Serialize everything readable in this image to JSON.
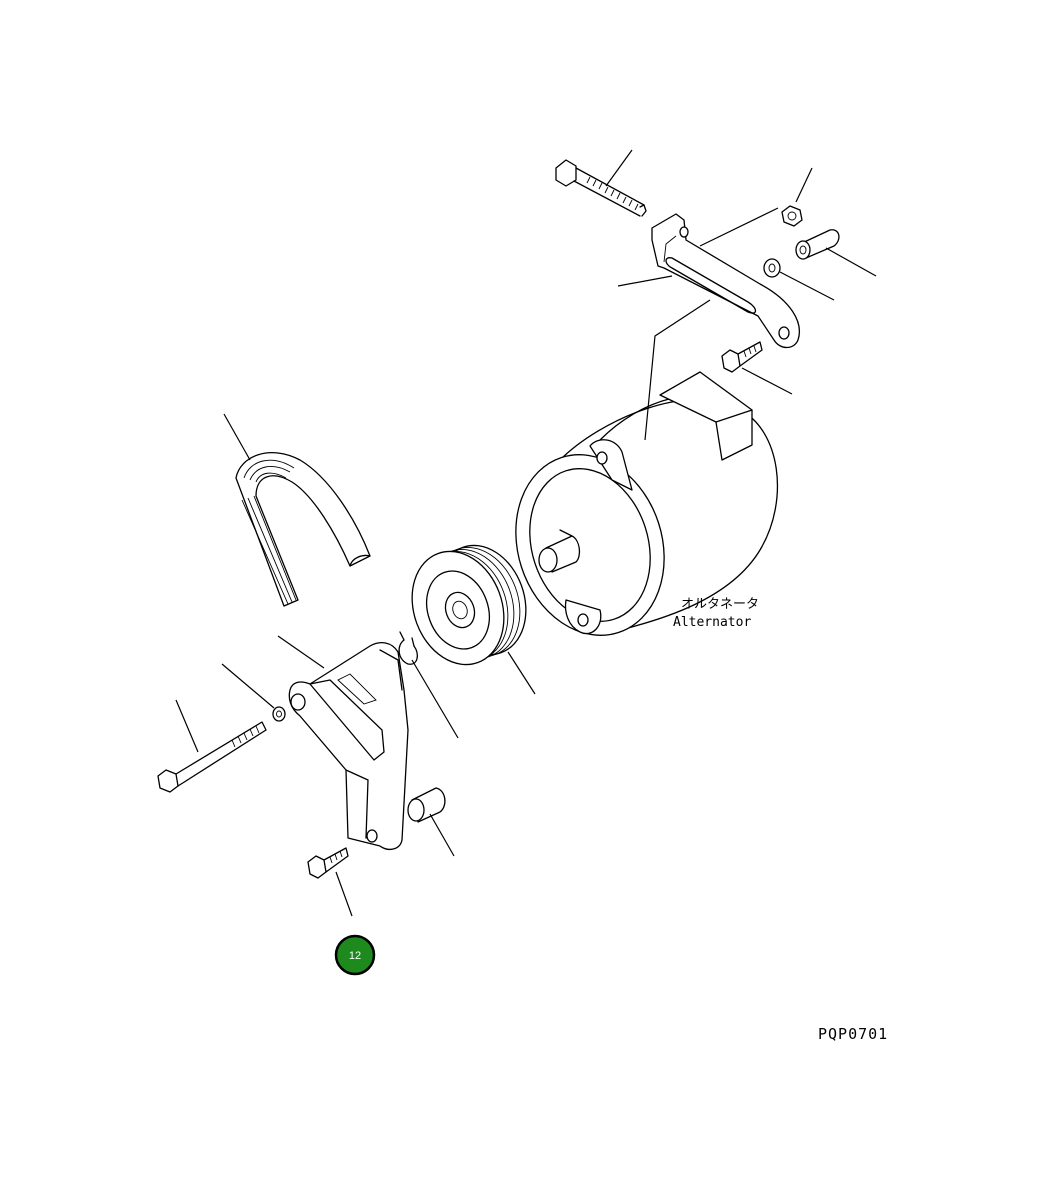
{
  "labels": {
    "part_name_jp": "オルタネータ",
    "part_name_en": "Alternator",
    "drawing_code": "PQP0701"
  },
  "callout": {
    "number": "12",
    "fill_color": "#1e8a1e",
    "border_color": "#000000"
  }
}
